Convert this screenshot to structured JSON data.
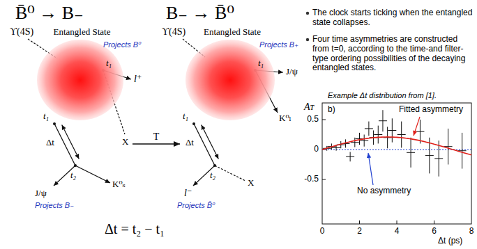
{
  "diagram": {
    "nodes": [
      {
        "text": [
          "Entangled State"
        ]
      },
      {
        "text": [
          "Entangled State"
        ]
      }
    ],
    "edges": [
      {
        "from": 0,
        "to": 1,
        "arrow": "to",
        "label": "T"
      }
    ],
    "labels": [
      "B̄⁰ → B₋",
      "B₋ → B̄⁰",
      "ϒ(4S)",
      "Projects B⁰",
      "t₁",
      "l⁺",
      "X",
      "t₁",
      "Δt",
      "t₂",
      "J/ψ",
      "Projects B₋",
      "K⁰ₛ",
      "ϒ(4S)",
      "Projects B₊",
      "t₁",
      "J/ψ",
      "K⁰ₗ",
      "t₁",
      "Δt",
      "t₂",
      "l⁻",
      "Projects B̄⁰",
      "X",
      "Δt = t₂ − t₁",
      "The clock starts ticking when the entangled state collapses.",
      "Four time asymmetries are constructed from t=0, according to the time-and filter-type ordering possibilities of the decaying entangled states.",
      "Example Δt distribution from [1].",
      "Aᴛ",
      "b)",
      "0.5",
      "0",
      "-0.5",
      "0",
      "2",
      "4",
      "6",
      "8",
      "Δt (ps)",
      "Fitted asymmetry",
      "No asymmetry"
    ]
  }
}
